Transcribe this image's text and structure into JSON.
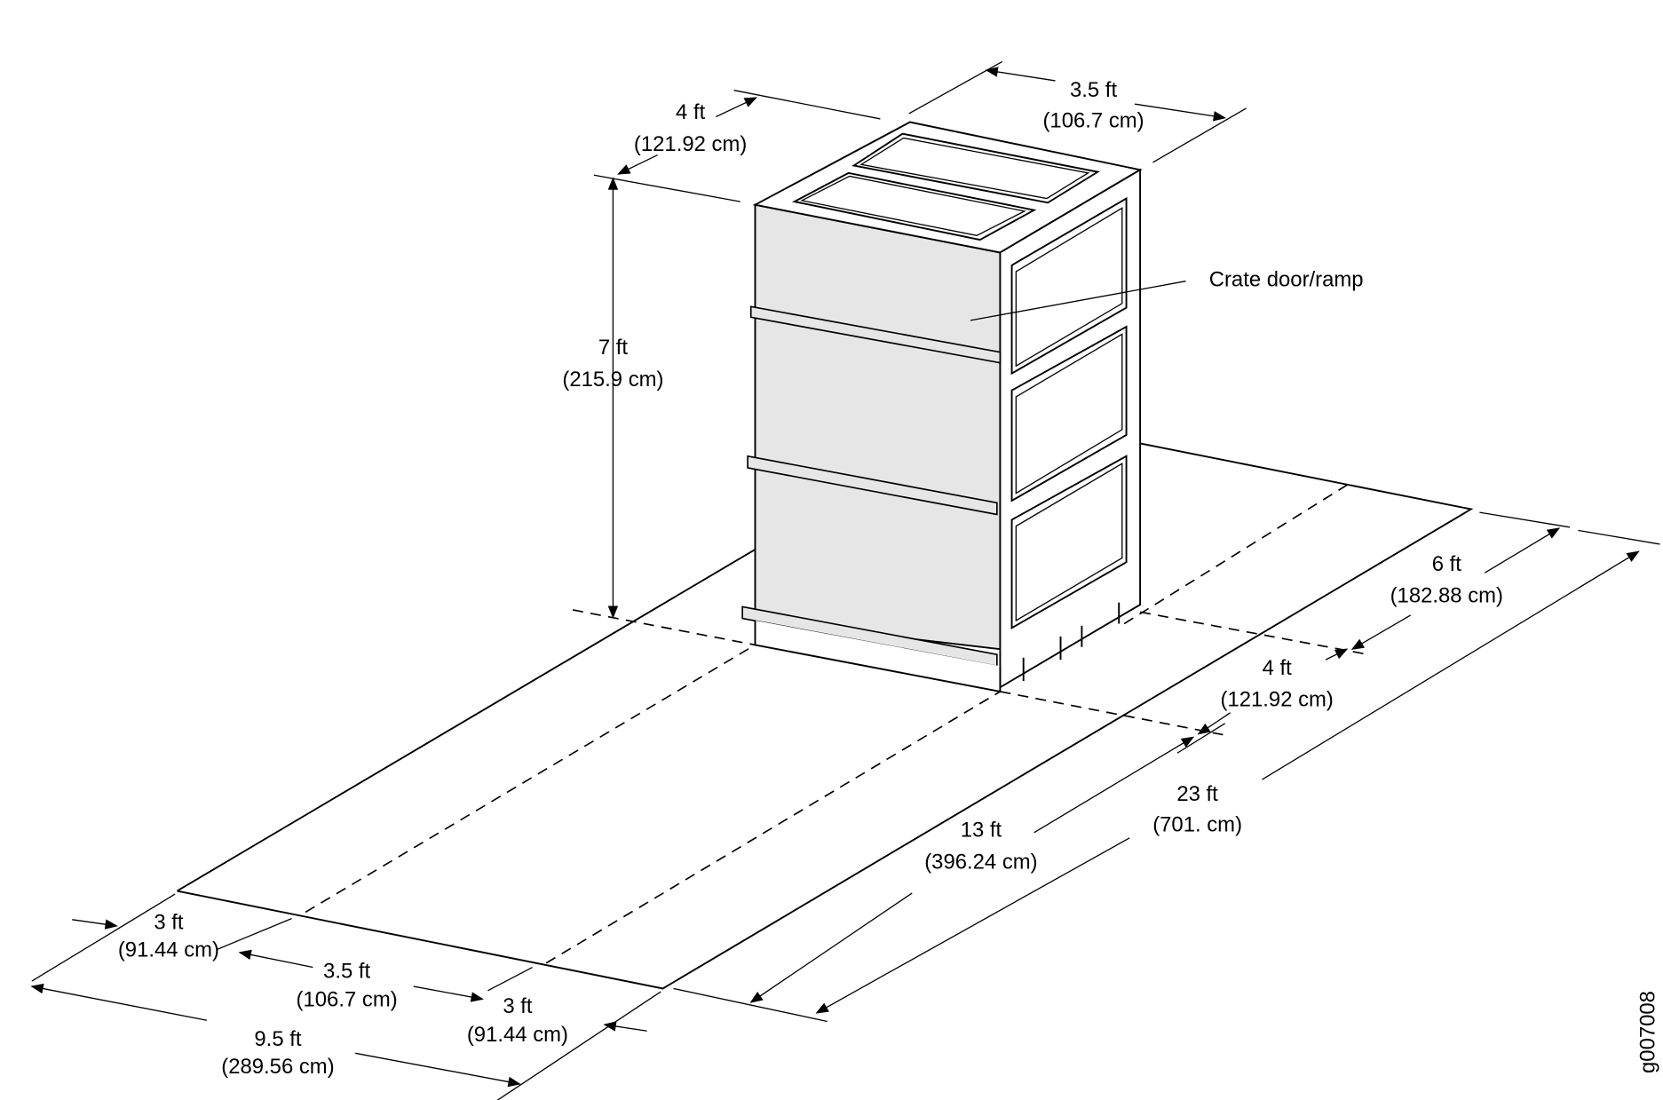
{
  "figure_id": "g007008",
  "callout": "Crate door/ramp",
  "dimensions": {
    "crate_depth": {
      "ft": "4 ft",
      "cm": "(121.92 cm)"
    },
    "crate_width": {
      "ft": "3.5 ft",
      "cm": "(106.7 cm)"
    },
    "crate_height": {
      "ft": "7 ft",
      "cm": "(215.9 cm)"
    },
    "rear_clearance": {
      "ft": "6 ft",
      "cm": "(182.88 cm)"
    },
    "crate_footprint": {
      "ft": "4 ft",
      "cm": "(121.92 cm)"
    },
    "ramp_length": {
      "ft": "13 ft",
      "cm": "(396.24 cm)"
    },
    "total_length": {
      "ft": "23 ft",
      "cm": "(701. cm)"
    },
    "left_clearance": {
      "ft": "3 ft",
      "cm": "(91.44 cm)"
    },
    "ramp_width": {
      "ft": "3.5 ft",
      "cm": "(106.7 cm)"
    },
    "right_clearance": {
      "ft": "3 ft",
      "cm": "(91.44 cm)"
    },
    "total_width": {
      "ft": "9.5 ft",
      "cm": "(289.56 cm)"
    }
  }
}
